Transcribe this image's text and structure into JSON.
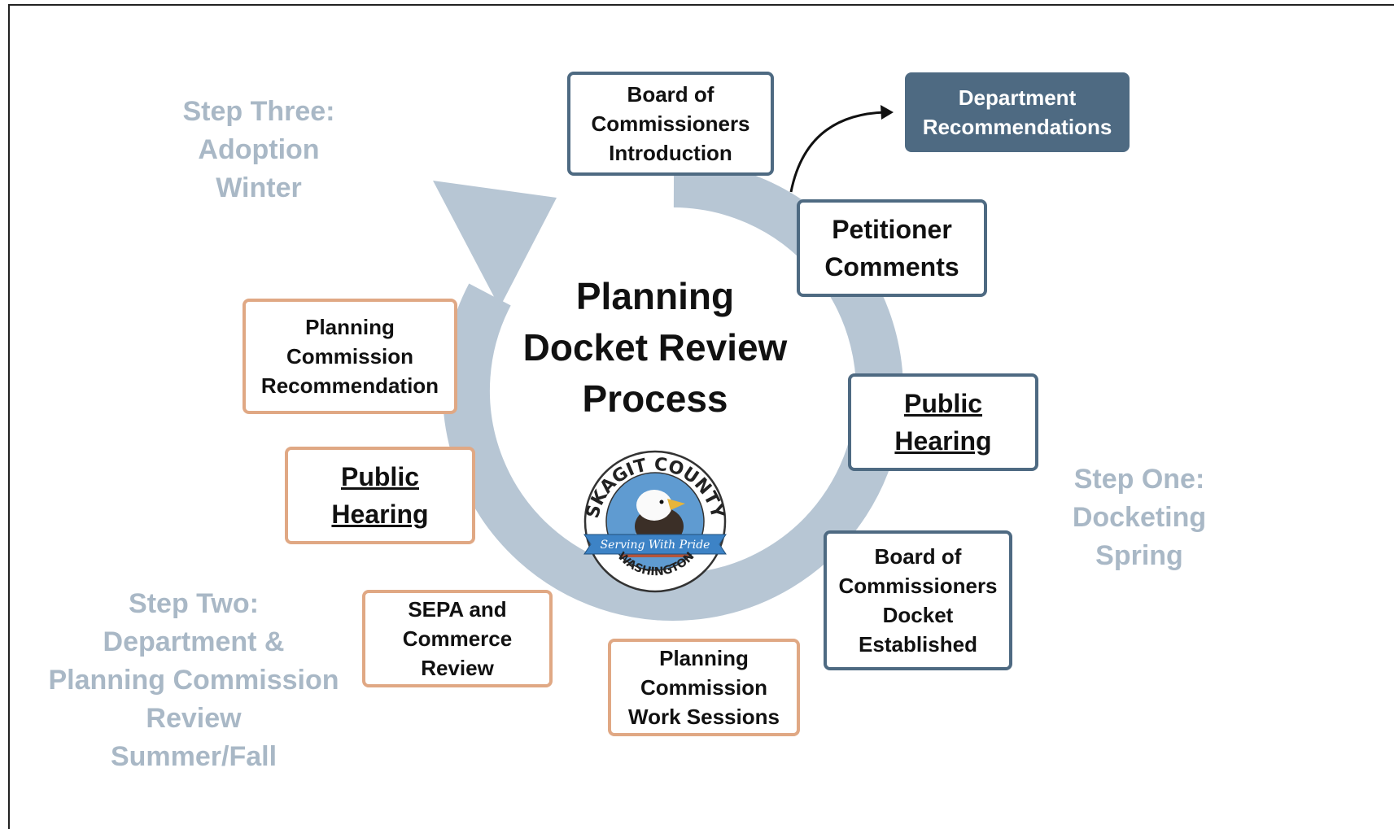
{
  "diagram": {
    "title_lines": [
      "Planning",
      "Docket Review",
      "Process"
    ],
    "steps": {
      "one": [
        "Step One:",
        "Docketing",
        "Spring"
      ],
      "two": [
        "Step Two:",
        "Department &",
        "Planning Commission",
        "Review",
        "Summer/Fall"
      ],
      "three": [
        "Step Three:",
        "Adoption",
        "Winter"
      ]
    },
    "boxes": {
      "bocc_intro": [
        "Board of",
        "Commissioners",
        "Introduction"
      ],
      "dept_recs": [
        "Department",
        "Recommendations"
      ],
      "petitioner": [
        "Petitioner",
        "Comments"
      ],
      "hearing_one": [
        "Public",
        "Hearing"
      ],
      "bocc_docket": [
        "Board of",
        "Commissioners",
        "Docket",
        "Established"
      ],
      "pc_work": [
        "Planning",
        "Commission",
        "Work Sessions"
      ],
      "sepa": [
        "SEPA and",
        "Commerce",
        "Review"
      ],
      "hearing_two": [
        "Public",
        "Hearing"
      ],
      "pc_rec": [
        "Planning",
        "Commission",
        "Recommendation"
      ]
    },
    "seal": {
      "top_text": "SKAGIT COUNTY",
      "banner_text": "Serving With Pride",
      "bottom_text": "WASHINGTON"
    },
    "colors": {
      "ring": "#b7c6d4",
      "blue_border": "#4e6a82",
      "orange_border": "#e0a884",
      "step_text": "#a9b8c6"
    }
  }
}
